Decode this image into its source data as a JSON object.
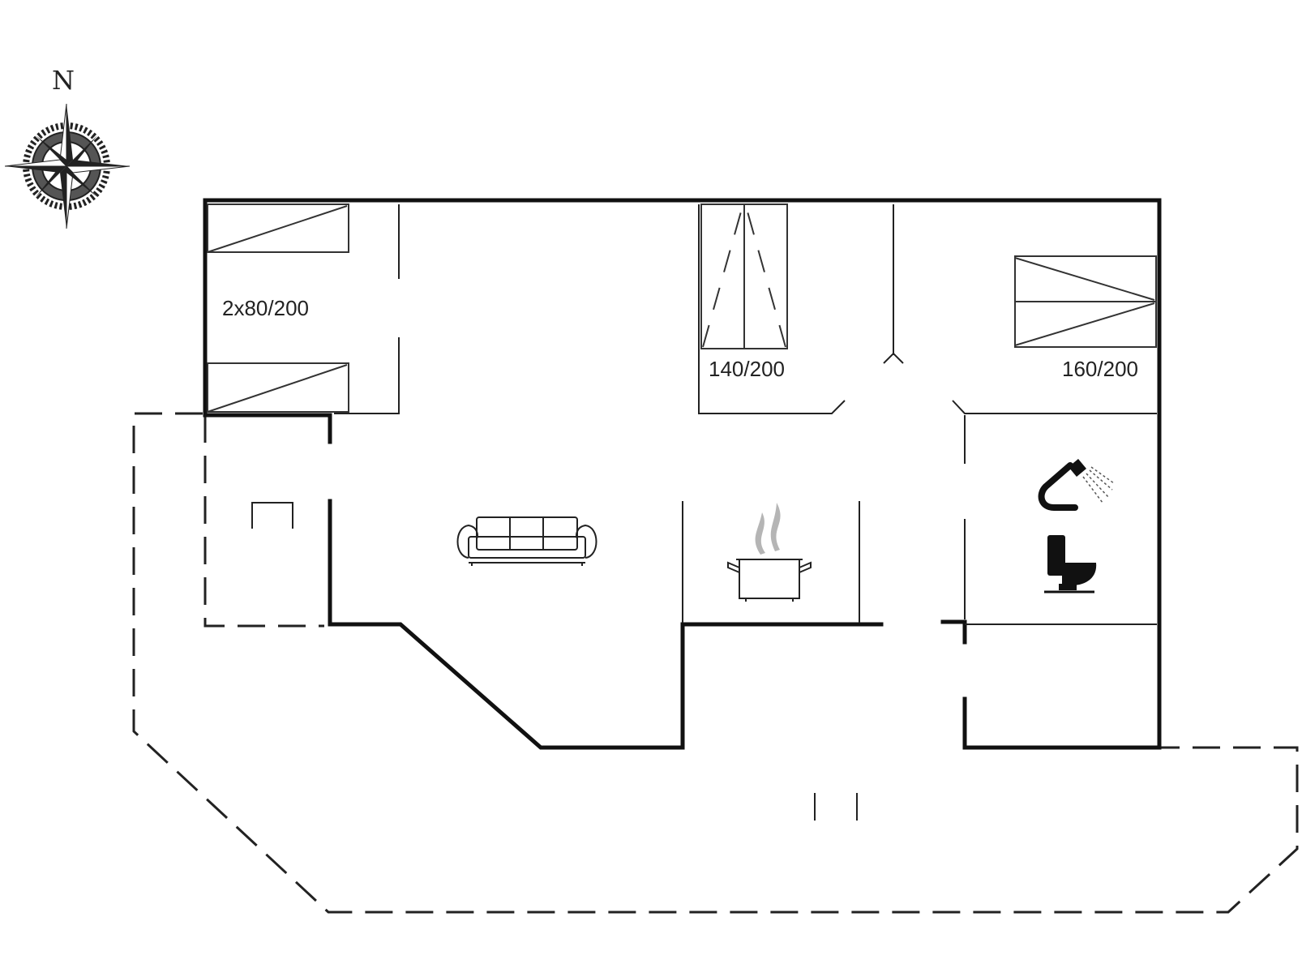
{
  "compass": {
    "north_label": "N"
  },
  "rooms": {
    "bedroom_left": {
      "bed_label": "2x80/200"
    },
    "bedroom_middle": {
      "bed_label": "140/200"
    },
    "bedroom_right": {
      "bed_label": "160/200"
    }
  },
  "icons": [
    "compass-rose-icon",
    "sofa-icon",
    "cooking-pot-icon",
    "shower-icon",
    "toilet-icon",
    "table-icon",
    "bed-icon"
  ]
}
